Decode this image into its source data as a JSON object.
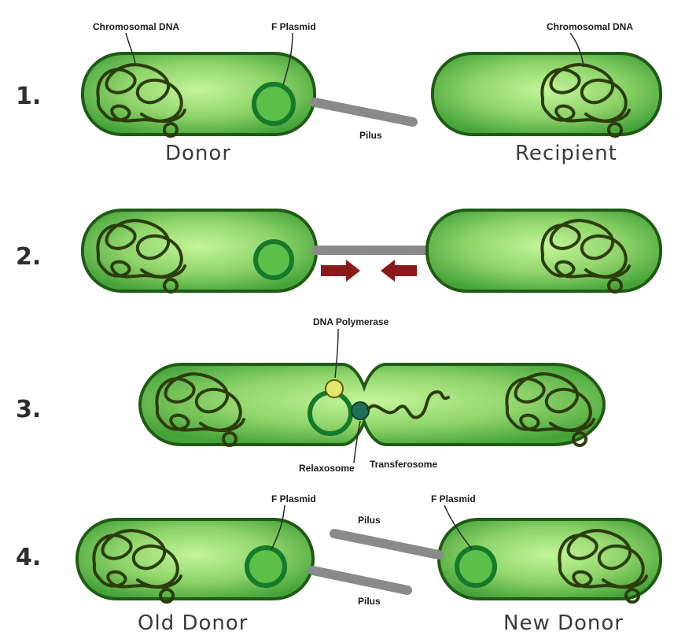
{
  "steps": [
    "1.",
    "2.",
    "3.",
    "4."
  ],
  "step1": {
    "donor_label": "Donor",
    "recipient_label": "Recipient",
    "chromosomal_dna_label": "Chromosomal DNA",
    "f_plasmid_label": "F Plasmid",
    "pilus_label": "Pilus"
  },
  "step3": {
    "dna_polymerase_label": "DNA Polymerase",
    "relaxosome_label": "Relaxosome",
    "transferosome_label": "Transferosome"
  },
  "step4": {
    "f_plasmid_left_label": "F Plasmid",
    "f_plasmid_right_label": "F Plasmid",
    "pilus_top_label": "Pilus",
    "pilus_bottom_label": "Pilus",
    "old_donor_label": "Old Donor",
    "new_donor_label": "New Donor"
  },
  "colors": {
    "cell_light": "#b6ec8a",
    "cell_dark": "#45a33a",
    "plasmid": "#157a2a",
    "pilus": "#8a8a8a",
    "arrow": "#8b1a1a"
  }
}
